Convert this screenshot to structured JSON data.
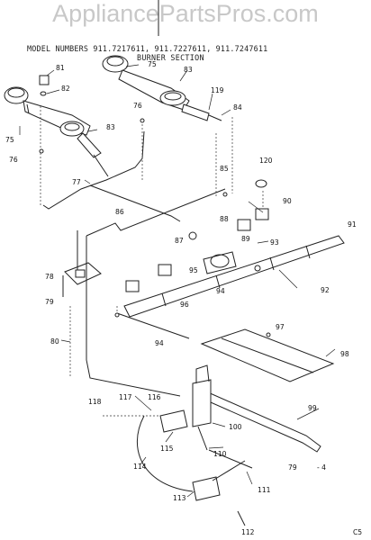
{
  "watermark": "AppliancePartsPros.com",
  "header": {
    "model_line": "MODEL NUMBERS 911.7217611, 911.7227611, 911.7247611",
    "section": "BURNER SECTION"
  },
  "corner_code": "C5",
  "callouts": {
    "c81": "81",
    "c75a": "75",
    "c83a": "83",
    "c82": "82",
    "c119": "119",
    "c84": "84",
    "c76a": "76",
    "c75b": "75",
    "c83b": "83",
    "c76b": "76",
    "c77": "77",
    "c85": "85",
    "c120": "120",
    "c90": "90",
    "c86": "86",
    "c88": "88",
    "c87": "87",
    "c89": "89",
    "c91": "91",
    "c93": "93",
    "c78": "78",
    "c95": "95",
    "c92": "92",
    "c79a": "79",
    "c94a": "94",
    "c96": "96",
    "c94b": "94",
    "c97": "97",
    "c80": "80",
    "c98": "98",
    "c116": "116",
    "c118": "118",
    "c117": "117",
    "c99": "99",
    "c100": "100",
    "c115": "115",
    "c110": "110",
    "c114": "114",
    "c111": "111",
    "c79b": "79",
    "c113": "113",
    "c112": "112"
  }
}
